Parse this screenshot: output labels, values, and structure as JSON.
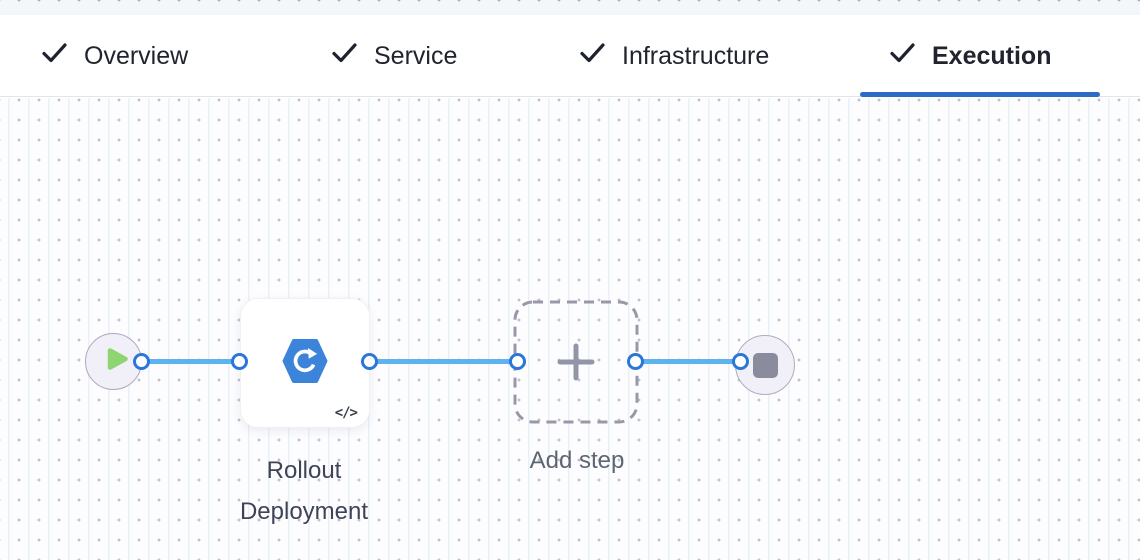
{
  "header": {
    "tabs": [
      {
        "label": "Overview",
        "checked": true,
        "active": false
      },
      {
        "label": "Service",
        "checked": true,
        "active": false
      },
      {
        "label": "Infrastructure",
        "checked": true,
        "active": false
      },
      {
        "label": "Execution",
        "checked": true,
        "active": true
      }
    ]
  },
  "canvas": {
    "start_node": {
      "type": "start",
      "icon": "play-icon"
    },
    "steps": [
      {
        "id": "rollout-deployment",
        "label": "Rollout Deployment",
        "icon": "k8s-rollout-icon",
        "badge": "</>"
      },
      {
        "id": "add-step",
        "label": "Add step",
        "icon": "plus-icon"
      }
    ],
    "end_node": {
      "type": "stop",
      "icon": "stop-icon"
    }
  },
  "colors": {
    "active_tab_underline": "#2c6bc4",
    "edge_line": "#5db2ef",
    "connector_ring": "#2b76d9",
    "step_icon_blue": "#3c83da",
    "play_green": "#8ed470",
    "stop_gray": "#8b8b9e",
    "tab_text": "#20242f"
  }
}
